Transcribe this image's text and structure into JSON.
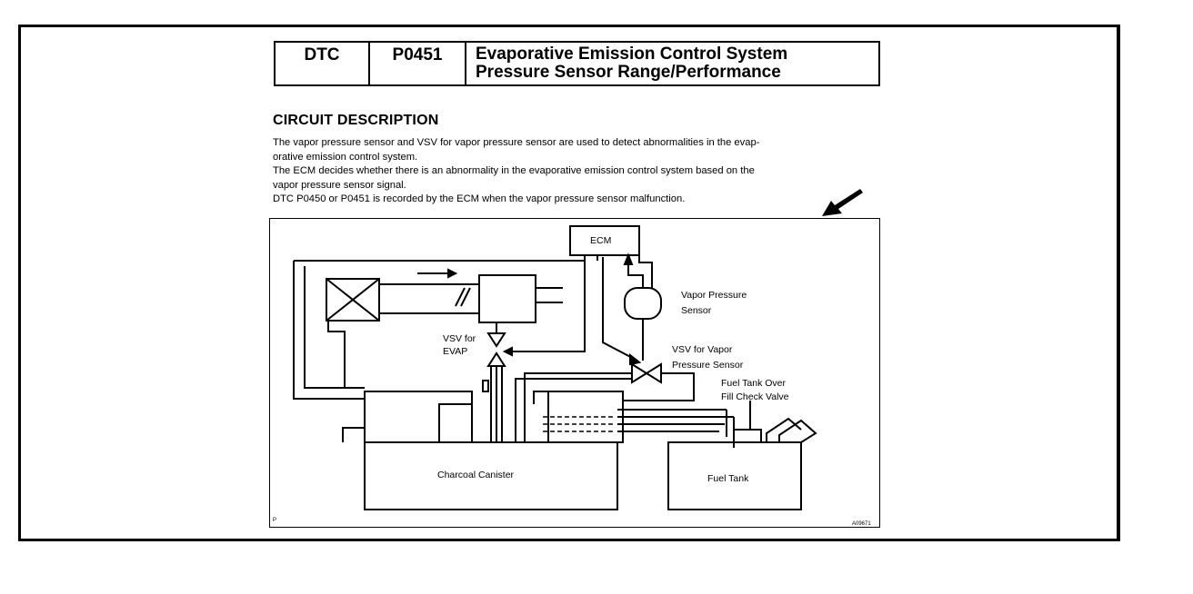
{
  "header": {
    "dtc_label": "DTC",
    "dtc_code": "P0451",
    "title_line1": "Evaporative Emission Control System",
    "title_line2": "Pressure Sensor Range/Performance"
  },
  "section": {
    "heading": "CIRCUIT DESCRIPTION",
    "para1_line1": "The vapor pressure sensor and VSV for vapor pressure sensor are used to detect abnormalities in the evap-",
    "para1_line2": "orative emission control system.",
    "para2_line1": "The ECM decides whether there is an abnormality in the evaporative emission control system based on the",
    "para2_line2": "vapor pressure sensor signal.",
    "para3": "DTC P0450 or P0451 is recorded by the ECM when the vapor pressure sensor malfunction."
  },
  "diagram": {
    "ecm": "ECM",
    "vapor_sensor_l1": "Vapor  Pressure",
    "vapor_sensor_l2": "Sensor",
    "vsv_evap_l1": "VSV for",
    "vsv_evap_l2": "EVAP",
    "vsv_vapor_l1": "VSV for Vapor",
    "vsv_vapor_l2": "Pressure Sensor",
    "fill_valve_l1": "Fuel Tank Over",
    "fill_valve_l2": "Fill Check Valve",
    "canister": "Charcoal Canister",
    "fuel_tank": "Fuel Tank",
    "corner_p": "P",
    "figure_id": "A09671"
  }
}
